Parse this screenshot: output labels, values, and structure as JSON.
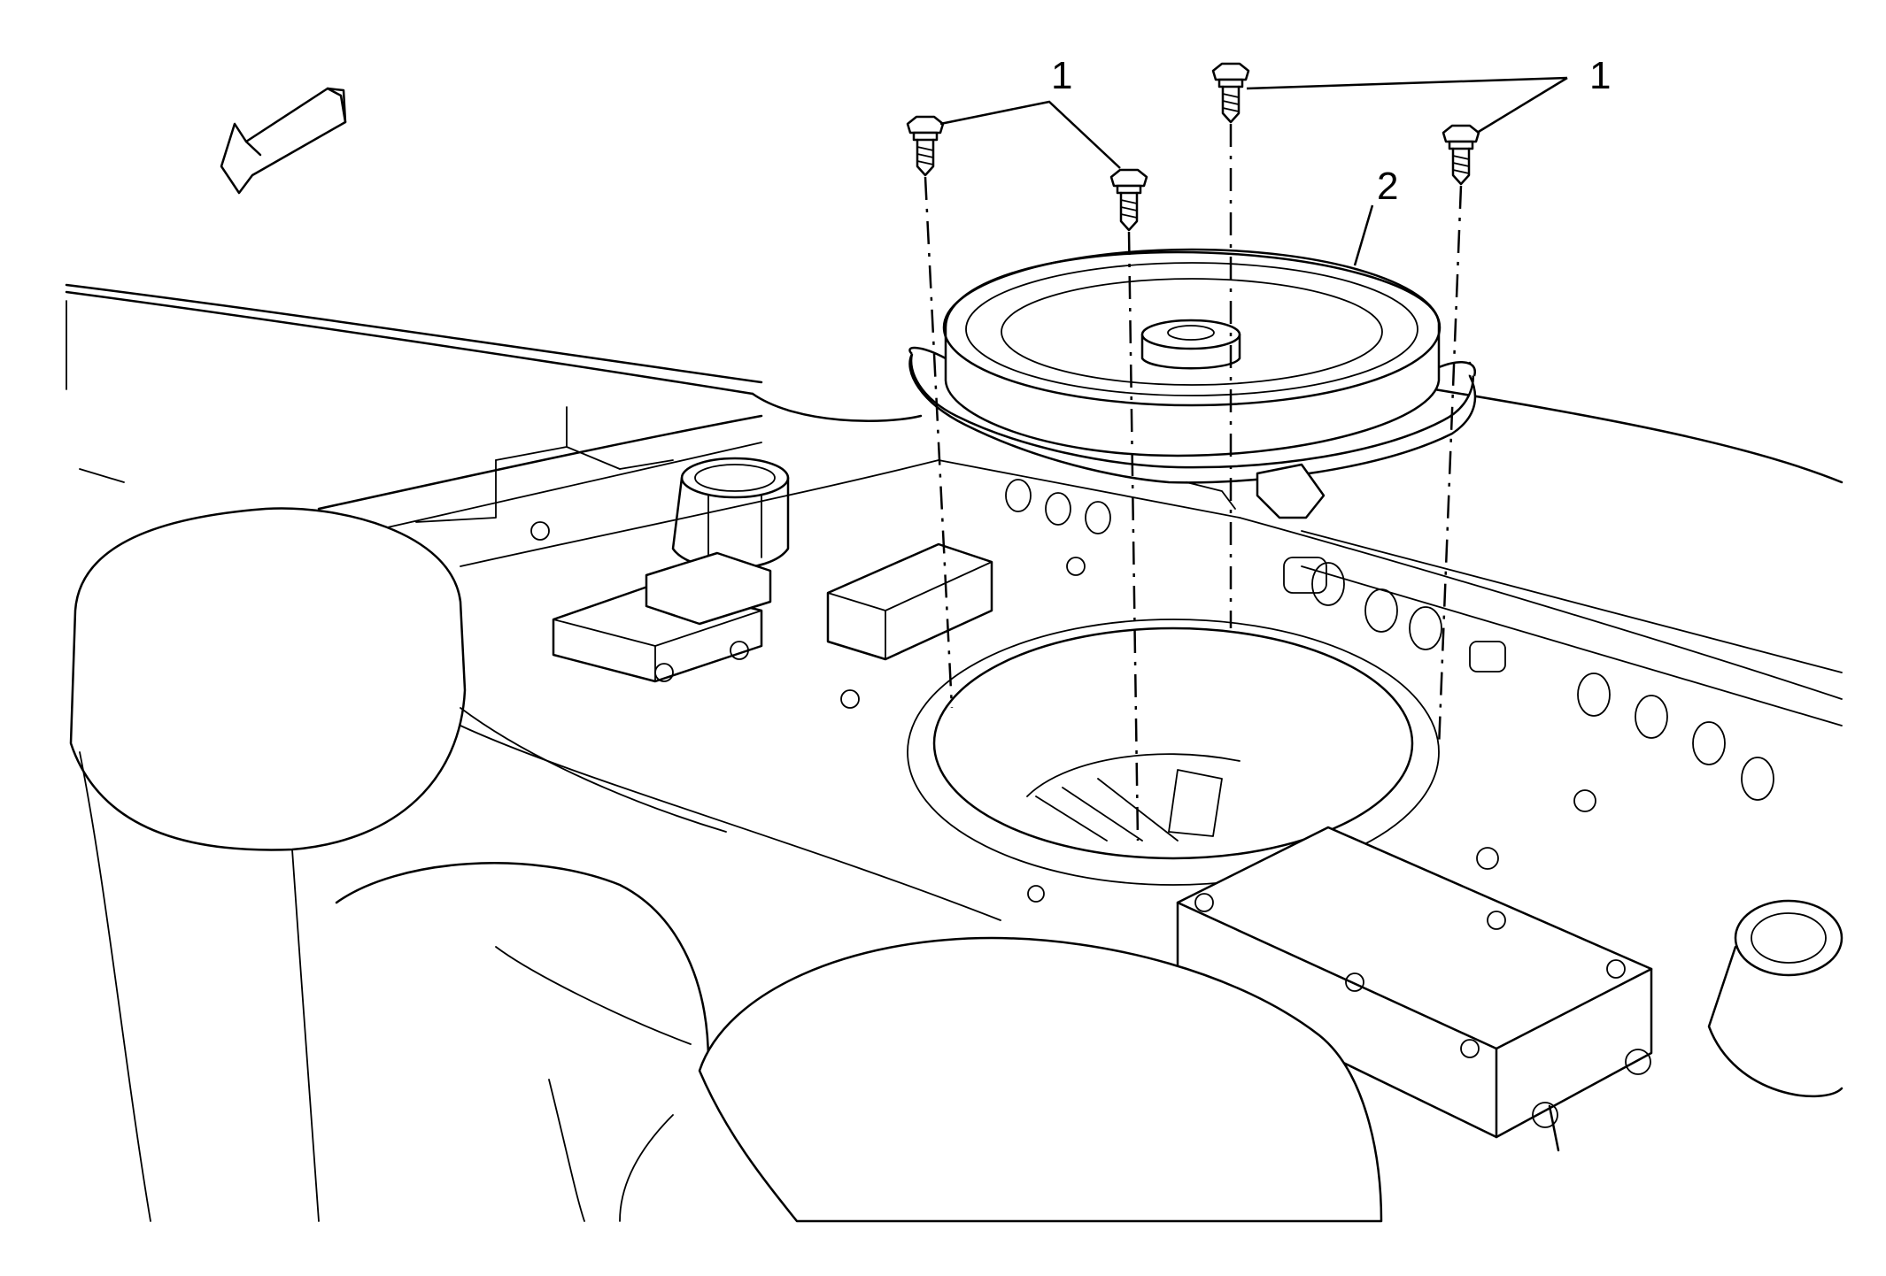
{
  "callouts": {
    "bolt_label_a": "1",
    "bolt_label_b": "1",
    "speaker_label": "2"
  },
  "parts": [
    {
      "id": "1",
      "icon": "bolt-icon"
    },
    {
      "id": "2",
      "icon": "speaker-icon"
    }
  ],
  "colors": {
    "line": "#000000",
    "background": "#ffffff"
  }
}
